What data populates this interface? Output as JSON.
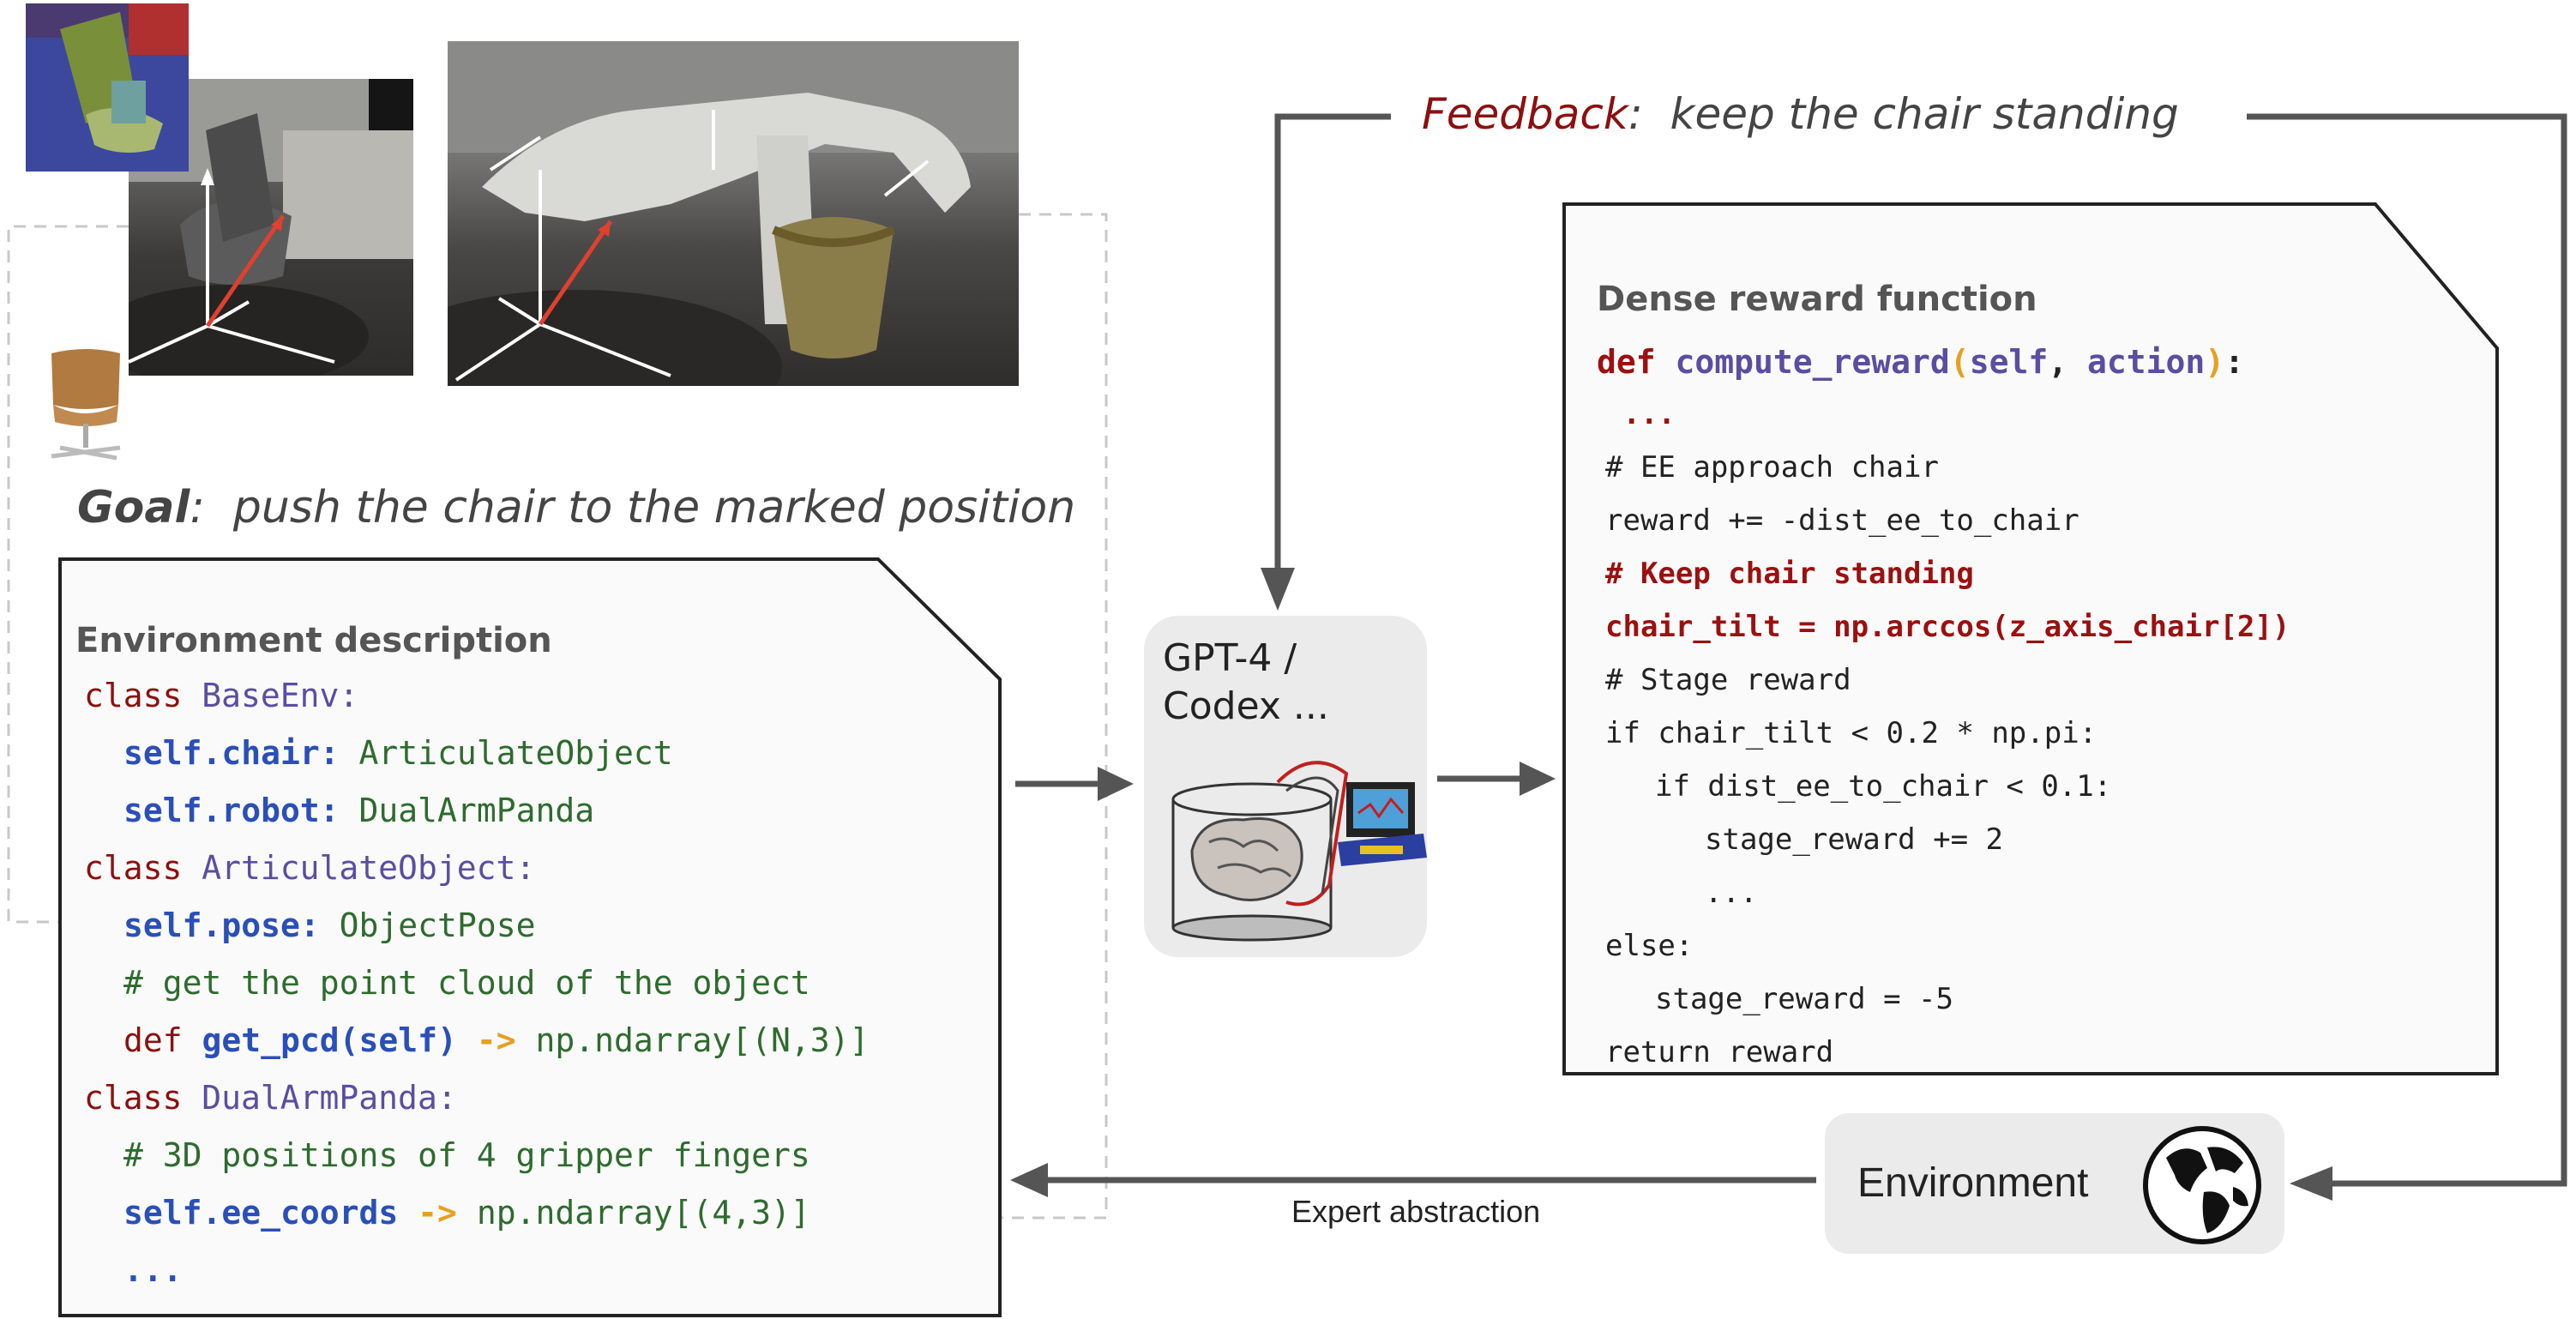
{
  "goal": {
    "label": "Goal",
    "text": "push the chair to the marked position"
  },
  "feedback": {
    "label": "Feedback",
    "text": "keep the chair standing"
  },
  "env_panel": {
    "title": "Environment description",
    "lines": [
      {
        "indent": 0,
        "tokens": [
          {
            "t": "class ",
            "c": "kw"
          },
          {
            "t": "BaseEnv:",
            "c": "cls"
          }
        ]
      },
      {
        "indent": 1,
        "tokens": [
          {
            "t": "self.chair: ",
            "c": "blue"
          },
          {
            "t": "ArticulateObject",
            "c": "green"
          }
        ]
      },
      {
        "indent": 1,
        "tokens": [
          {
            "t": "self.robot: ",
            "c": "blue"
          },
          {
            "t": "DualArmPanda",
            "c": "green"
          }
        ]
      },
      {
        "indent": 0,
        "tokens": [
          {
            "t": "class ",
            "c": "kw"
          },
          {
            "t": "ArticulateObject:",
            "c": "cls"
          }
        ]
      },
      {
        "indent": 1,
        "tokens": [
          {
            "t": "self.pose: ",
            "c": "blue"
          },
          {
            "t": "ObjectPose",
            "c": "green"
          }
        ]
      },
      {
        "indent": 1,
        "tokens": [
          {
            "t": "# get the point cloud of the object",
            "c": "green"
          }
        ]
      },
      {
        "indent": 1,
        "tokens": [
          {
            "t": "def ",
            "c": "kw"
          },
          {
            "t": "get_pcd(self)",
            "c": "blue"
          },
          {
            "t": " -> ",
            "c": "orange"
          },
          {
            "t": "np.ndarray[(N,3)]",
            "c": "green"
          }
        ]
      },
      {
        "indent": 0,
        "tokens": [
          {
            "t": "class ",
            "c": "kw"
          },
          {
            "t": "DualArmPanda:",
            "c": "cls"
          }
        ]
      },
      {
        "indent": 1,
        "tokens": [
          {
            "t": "# 3D positions of 4 gripper fingers",
            "c": "green"
          }
        ]
      },
      {
        "indent": 1,
        "tokens": [
          {
            "t": "self.ee_coords",
            "c": "blue"
          },
          {
            "t": " -> ",
            "c": "orange"
          },
          {
            "t": "np.ndarray[(4,3)]",
            "c": "green"
          }
        ]
      },
      {
        "indent": 1,
        "tokens": [
          {
            "t": "...",
            "c": "blue"
          }
        ]
      }
    ]
  },
  "reward_panel": {
    "title": "Dense reward function",
    "signature": [
      {
        "t": "def ",
        "c": "red"
      },
      {
        "t": "compute_reward",
        "c": "cls"
      },
      {
        "t": "(",
        "c": "orange"
      },
      {
        "t": "self",
        "c": "cls"
      },
      {
        "t": ", ",
        "c": "dk"
      },
      {
        "t": "action",
        "c": "cls"
      },
      {
        "t": ")",
        "c": "orange"
      },
      {
        "t": ":",
        "c": "dk"
      }
    ],
    "lines": [
      {
        "indent": 0,
        "tokens": [
          {
            "t": " ...",
            "c": "red"
          }
        ]
      },
      {
        "indent": 0,
        "tokens": [
          {
            "t": "# EE approach chair",
            "c": "dk"
          }
        ]
      },
      {
        "indent": 0,
        "tokens": [
          {
            "t": "reward += -dist_ee_to_chair",
            "c": "dk"
          }
        ]
      },
      {
        "indent": 0,
        "tokens": [
          {
            "t": "# Keep chair standing",
            "c": "red"
          }
        ]
      },
      {
        "indent": 0,
        "tokens": [
          {
            "t": "chair_tilt = np.arccos(z_axis_chair[2])",
            "c": "red"
          }
        ]
      },
      {
        "indent": 0,
        "tokens": [
          {
            "t": "# Stage reward",
            "c": "dk"
          }
        ]
      },
      {
        "indent": 0,
        "tokens": [
          {
            "t": "if chair_tilt < 0.2 * np.pi:",
            "c": "dk"
          }
        ]
      },
      {
        "indent": 1,
        "tokens": [
          {
            "t": "if dist_ee_to_chair < 0.1:",
            "c": "dk"
          }
        ]
      },
      {
        "indent": 2,
        "tokens": [
          {
            "t": "stage_reward += 2",
            "c": "dk"
          }
        ]
      },
      {
        "indent": 2,
        "tokens": [
          {
            "t": "...",
            "c": "dk"
          }
        ]
      },
      {
        "indent": 0,
        "tokens": [
          {
            "t": "else:",
            "c": "dk"
          }
        ]
      },
      {
        "indent": 1,
        "tokens": [
          {
            "t": "stage_reward = -5",
            "c": "dk"
          }
        ]
      },
      {
        "indent": 0,
        "tokens": [
          {
            "t": "return reward",
            "c": "dk"
          }
        ]
      }
    ]
  },
  "llm": {
    "label": "GPT-4 /\nCodex ..."
  },
  "environment": {
    "label": "Environment"
  },
  "expert_abstraction": "Expert abstraction",
  "colors": {
    "arrow": "#555555",
    "dashed": "#c8c8c8",
    "feedback_red": "#8b1010",
    "box_fill": "#ebebeb"
  }
}
